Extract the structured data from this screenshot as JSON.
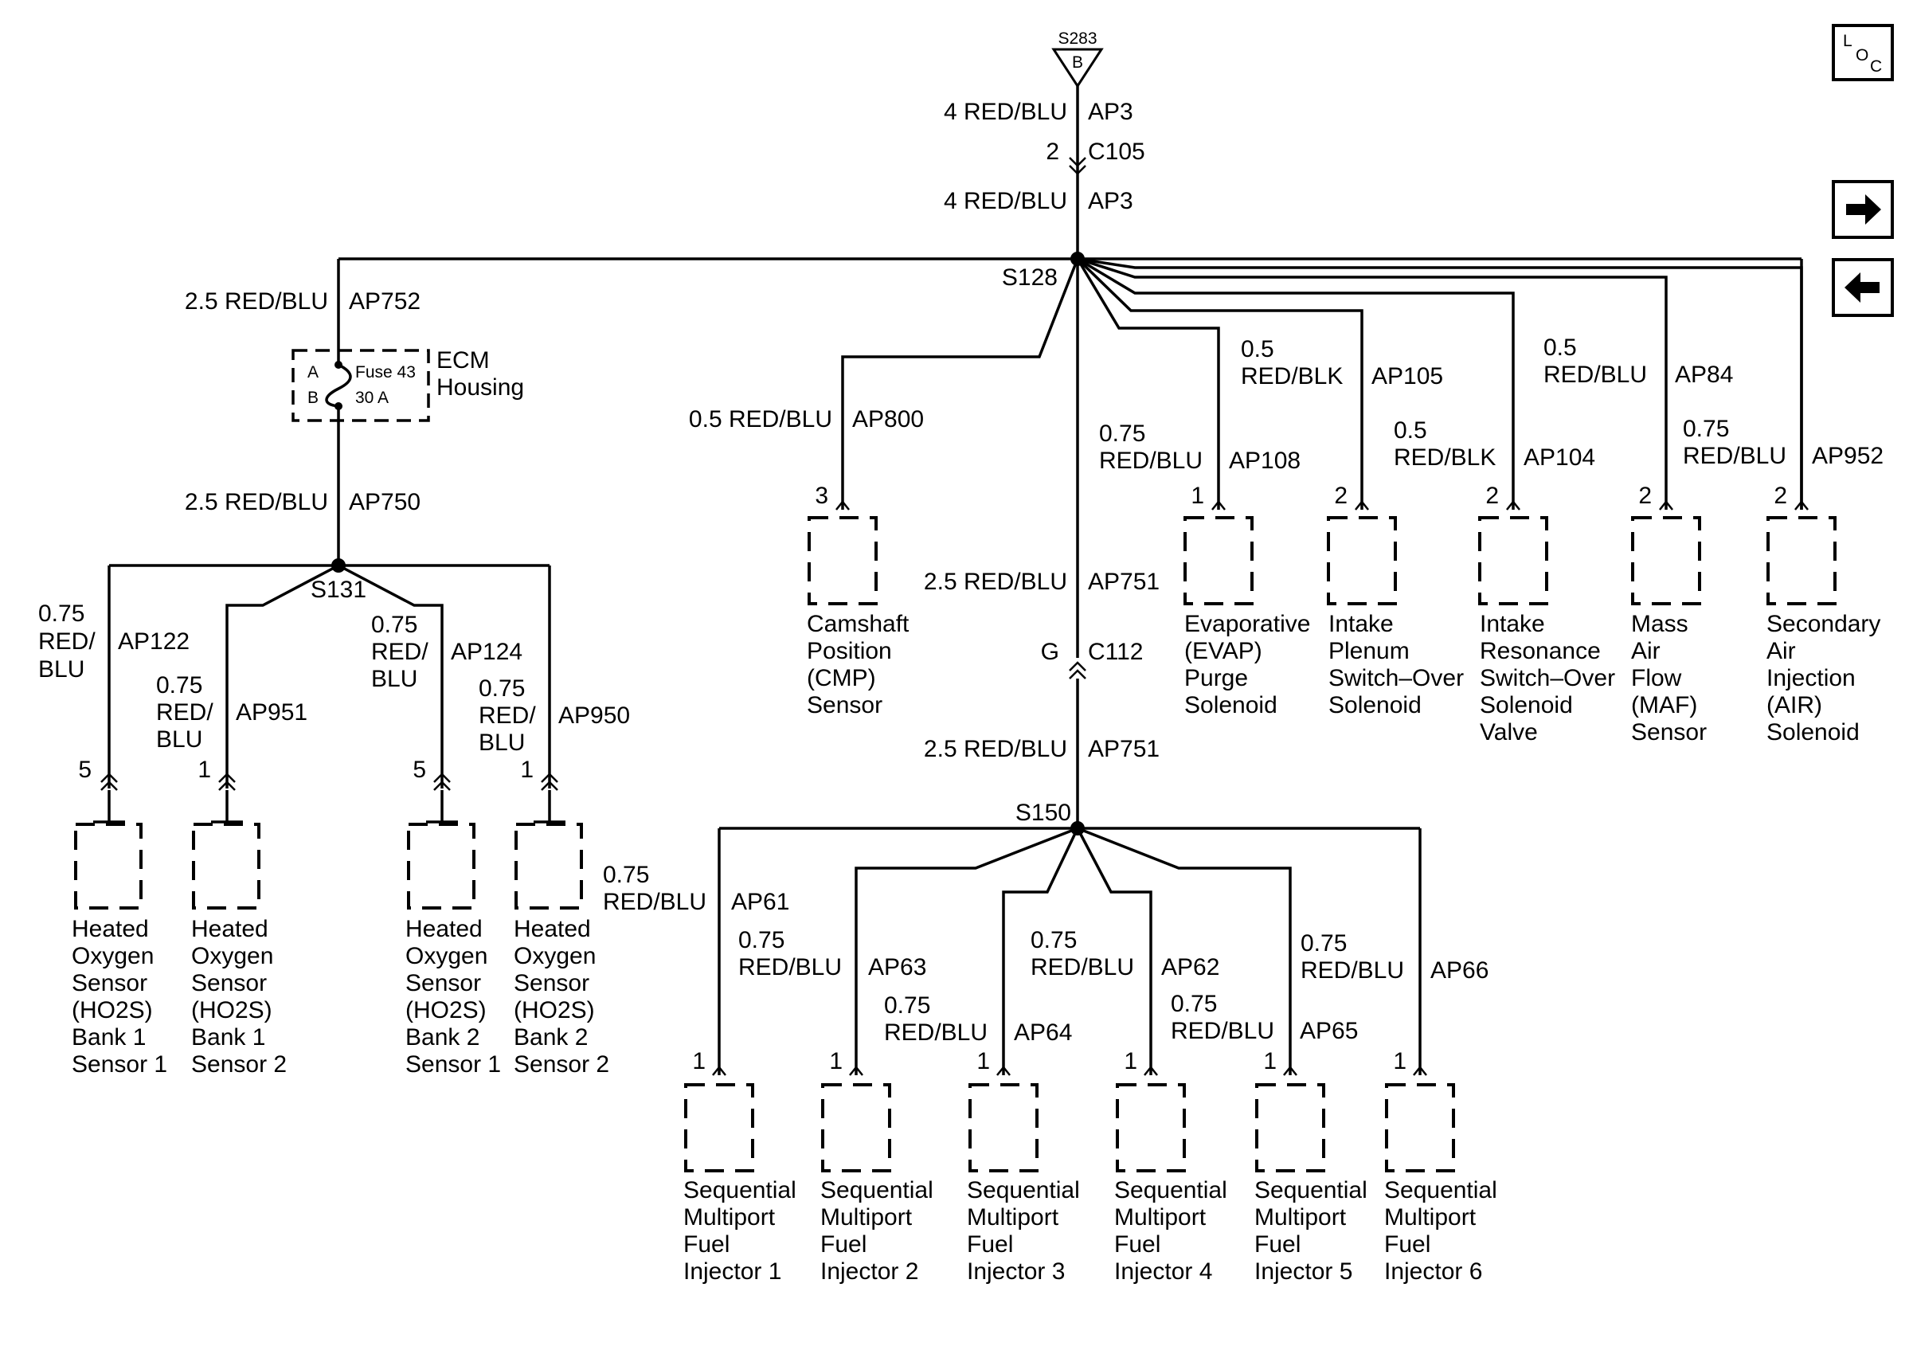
{
  "splice_top": {
    "id": "S283",
    "letter": "B"
  },
  "loc_icon": {
    "letters": [
      "L",
      "O",
      "C"
    ]
  },
  "wires": {
    "top_a": {
      "gauge": "4 RED/BLU",
      "circuit": "AP3"
    },
    "top_b": {
      "gauge": "4 RED/BLU",
      "circuit": "AP3"
    },
    "c105": {
      "pin": "2",
      "id": "C105"
    },
    "ap752": {
      "gauge": "2.5 RED/BLU",
      "circuit": "AP752"
    },
    "ap750": {
      "gauge": "2.5 RED/BLU",
      "circuit": "AP750"
    },
    "ap800": {
      "gauge": "0.5 RED/BLU",
      "circuit": "AP800"
    },
    "ap751a": {
      "gauge": "2.5 RED/BLU",
      "circuit": "AP751"
    },
    "ap751b": {
      "gauge": "2.5 RED/BLU",
      "circuit": "AP751"
    },
    "c112": {
      "pin": "G",
      "id": "C112"
    },
    "ap108": {
      "g1": "0.75",
      "g2": "RED/BLU",
      "circuit": "AP108"
    },
    "ap105": {
      "g1": "0.5",
      "g2": "RED/BLK",
      "circuit": "AP105"
    },
    "ap104": {
      "g1": "0.5",
      "g2": "RED/BLK",
      "circuit": "AP104"
    },
    "ap84": {
      "g1": "0.5",
      "g2": "RED/BLU",
      "circuit": "AP84"
    },
    "ap952": {
      "g1": "0.75",
      "g2": "RED/BLU",
      "circuit": "AP952"
    },
    "ap122": {
      "g1": "0.75",
      "g2": "RED/",
      "g3": "BLU",
      "circuit": "AP122"
    },
    "ap951": {
      "g1": "0.75",
      "g2": "RED/",
      "g3": "BLU",
      "circuit": "AP951"
    },
    "ap124": {
      "g1": "0.75",
      "g2": "RED/",
      "g3": "BLU",
      "circuit": "AP124"
    },
    "ap950": {
      "g1": "0.75",
      "g2": "RED/",
      "g3": "BLU",
      "circuit": "AP950"
    },
    "ap61": {
      "g1": "0.75",
      "g2": "RED/BLU",
      "circuit": "AP61"
    },
    "ap63": {
      "g1": "0.75",
      "g2": "RED/BLU",
      "circuit": "AP63"
    },
    "ap64": {
      "g1": "0.75",
      "g2": "RED/BLU",
      "circuit": "AP64"
    },
    "ap62": {
      "g1": "0.75",
      "g2": "RED/BLU",
      "circuit": "AP62"
    },
    "ap65": {
      "g1": "0.75",
      "g2": "RED/BLU",
      "circuit": "AP65"
    },
    "ap66": {
      "g1": "0.75",
      "g2": "RED/BLU",
      "circuit": "AP66"
    }
  },
  "splices": {
    "s128": "S128",
    "s131": "S131",
    "s150": "S150"
  },
  "fuse": {
    "pin_a": "A",
    "pin_b": "B",
    "name": "Fuse 43",
    "rating": "30 A",
    "housing": [
      "ECM",
      "Housing"
    ]
  },
  "components": {
    "cmp": {
      "pin": "3",
      "lines": [
        "Camshaft",
        "Position",
        "(CMP)",
        "Sensor"
      ]
    },
    "evap": {
      "pin": "1",
      "lines": [
        "Evaporative",
        "(EVAP)",
        "Purge",
        "Solenoid"
      ]
    },
    "ip": {
      "pin": "2",
      "lines": [
        "Intake",
        "Plenum",
        "Switch–Over",
        "Solenoid"
      ]
    },
    "ir": {
      "pin": "2",
      "lines": [
        "Intake",
        "Resonance",
        "Switch–Over",
        "Solenoid",
        "Valve"
      ]
    },
    "maf": {
      "pin": "2",
      "lines": [
        "Mass",
        "Air",
        "Flow",
        "(MAF)",
        "Sensor"
      ]
    },
    "air": {
      "pin": "2",
      "lines": [
        "Secondary",
        "Air",
        "Injection",
        "(AIR)",
        "Solenoid"
      ]
    },
    "ho2s11": {
      "pin": "5",
      "lines": [
        "Heated",
        "Oxygen",
        "Sensor",
        "(HO2S)",
        "Bank 1",
        "Sensor 1"
      ]
    },
    "ho2s12": {
      "pin": "1",
      "lines": [
        "Heated",
        "Oxygen",
        "Sensor",
        "(HO2S)",
        "Bank 1",
        "Sensor 2"
      ]
    },
    "ho2s21": {
      "pin": "5",
      "lines": [
        "Heated",
        "Oxygen",
        "Sensor",
        "(HO2S)",
        "Bank 2",
        "Sensor 1"
      ]
    },
    "ho2s22": {
      "pin": "1",
      "lines": [
        "Heated",
        "Oxygen",
        "Sensor",
        "(HO2S)",
        "Bank 2",
        "Sensor 2"
      ]
    },
    "inj1": {
      "pin": "1",
      "lines": [
        "Sequential",
        "Multiport",
        "Fuel",
        "Injector 1"
      ]
    },
    "inj2": {
      "pin": "1",
      "lines": [
        "Sequential",
        "Multiport",
        "Fuel",
        "Injector 2"
      ]
    },
    "inj3": {
      "pin": "1",
      "lines": [
        "Sequential",
        "Multiport",
        "Fuel",
        "Injector 3"
      ]
    },
    "inj4": {
      "pin": "1",
      "lines": [
        "Sequential",
        "Multiport",
        "Fuel",
        "Injector 4"
      ]
    },
    "inj5": {
      "pin": "1",
      "lines": [
        "Sequential",
        "Multiport",
        "Fuel",
        "Injector 5"
      ]
    },
    "inj6": {
      "pin": "1",
      "lines": [
        "Sequential",
        "Multiport",
        "Fuel",
        "Injector 6"
      ]
    }
  }
}
